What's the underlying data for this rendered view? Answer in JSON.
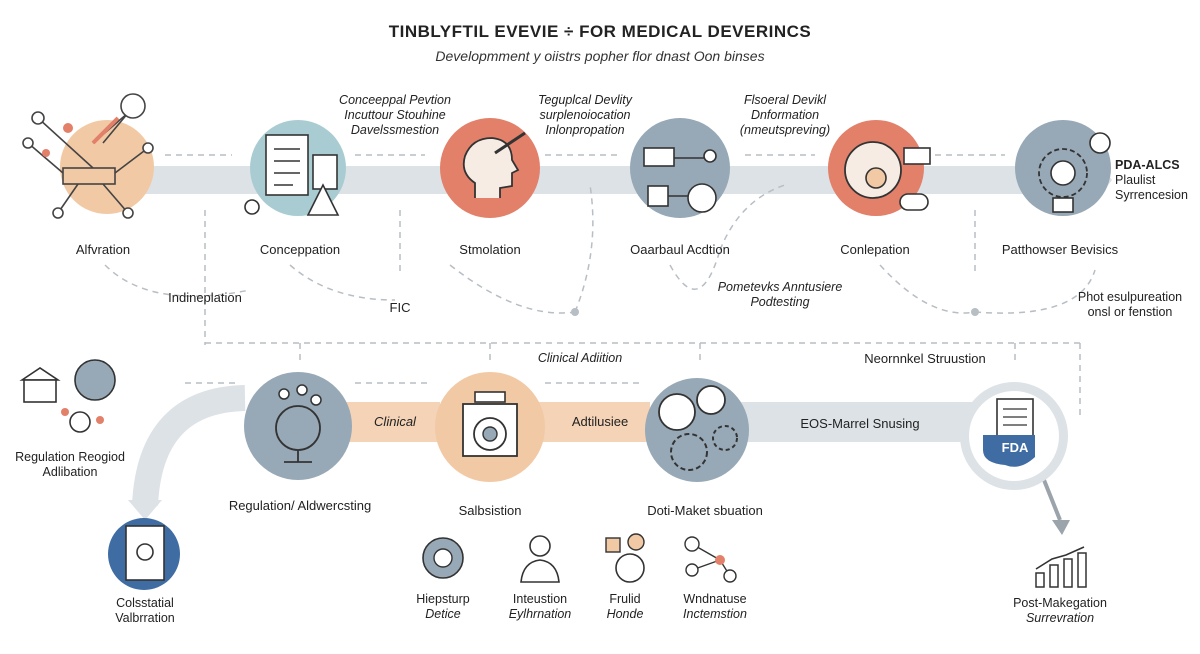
{
  "title": "TINBLYFTIL EVEVIE ÷ FOR MEDICAL DEVERINCS",
  "subtitle": "Developmment y oiistrs popher flor dnast Oon binses",
  "top_row": [
    {
      "label": "Alfvration"
    },
    {
      "label": "Conceppation"
    },
    {
      "label": "Stmolation"
    },
    {
      "label": "Oaarbaul Acdtion"
    },
    {
      "label": "Conlepation"
    },
    {
      "label": "Patthowser Bevisics"
    }
  ],
  "top_notes": [
    {
      "lines": [
        "Conceeppal Pevtion",
        "Incuttour Stouhine",
        "Davelssmestion"
      ]
    },
    {
      "lines": [
        "Teguplcal Devlity",
        "surplenoiocation",
        "Inlonpropation"
      ]
    },
    {
      "lines": [
        "Flsoeral Devikl",
        "Dnformation",
        "(nmeutspreving)"
      ]
    }
  ],
  "side_text": [
    "PDA-ALCS",
    "Plaulist",
    "Syrrencesion"
  ],
  "mid_notes": {
    "indineplation": "Indineplation",
    "fic": "FIC",
    "pometeks": [
      "Pometevks Anntusiere",
      "Podtesting"
    ],
    "phot": [
      "Phot esulpureation",
      "onsl or fenstion"
    ],
    "clinical_adition": "Clinical Adiition",
    "neomnkel": "Neornnkel Struustion"
  },
  "bottom_row": [
    {
      "label": "Regulation/ Aldwercsting"
    },
    {
      "label": "Salbsistion"
    },
    {
      "label": "Doti-Maket sbuation"
    }
  ],
  "band_labels": [
    "Clinical",
    "Adtilusiee",
    "EOS-Marrel Snusing"
  ],
  "fda_label": "FDA",
  "left_group": [
    "Regulation Reogiod",
    "Adlibation"
  ],
  "collateral": [
    "Colsstatial",
    "Valbrration"
  ],
  "bottom_icons": [
    {
      "lines": [
        "Hiepsturp",
        "Detice"
      ]
    },
    {
      "lines": [
        "Inteustion",
        "Eylhrnation"
      ]
    },
    {
      "lines": [
        "Frulid",
        "Honde"
      ]
    },
    {
      "lines": [
        "Wndnatuse",
        "Inctemstion"
      ]
    }
  ],
  "post_market": [
    "Post-Makegation",
    "Surrevration"
  ],
  "colors": {
    "orange": "#f2c9a5",
    "teal": "#a9ccd3",
    "red": "#e2806a",
    "slate": "#97a8b6",
    "band": "#dde2e6",
    "blue": "#3e6ca3"
  }
}
